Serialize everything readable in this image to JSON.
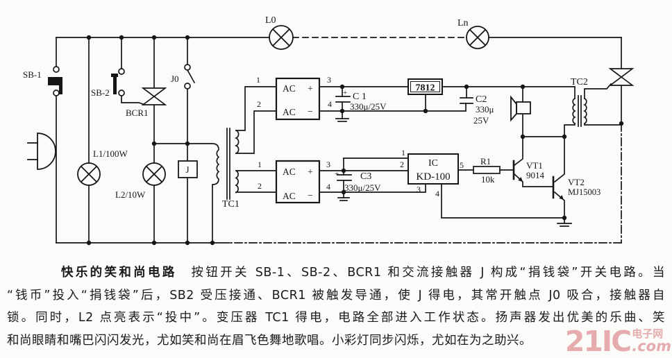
{
  "schematic": {
    "labels": {
      "sb1": "SB-1",
      "sb2": "SB-2",
      "bcr1": "BCR1",
      "j0": "J0",
      "l0": "L0",
      "ln": "Ln",
      "l1": "L1/100W",
      "l2": "L2/10W",
      "j": "J",
      "tc1": "TC1",
      "tc2": "TC2",
      "reg7812": "7812",
      "c1": "C 1",
      "c1_val": "330μ/25V",
      "c2": "C2",
      "c2_val1": "330μ",
      "c2_val2": "25V",
      "c3": "C3",
      "c3_val": "330μ/25V",
      "ic_name": "IC",
      "ic_model": "KD-100",
      "r1": "R1",
      "r1_val": "10k",
      "vt1": "VT1",
      "vt1_model": "9014",
      "vt2": "VT2",
      "vt2_model": "MJ15003",
      "ac": "AC",
      "plus": "+",
      "minus": "−",
      "p1": "1",
      "p2": "2",
      "p3": "3",
      "p4": "4",
      "p5": "5"
    },
    "line_color": "#161616"
  },
  "caption": {
    "title": "快乐的笑和尚电路",
    "line1": "　按钮开关 SB-1、SB-2、BCR1 和交流接触器 J 构成“捐钱袋”开关电路。当",
    "line2": "“钱币”投入“捐钱袋”后，SB2 受压接通、BCR1 被触发导通，使 J 得电，其常开触点 J0 吸合，接触器自",
    "line3": "锁。同时，L2 点亮表示“投中”。变压器 TC1 得电，电路全部进入工作状态。扬声器发出优美的乐曲、笑",
    "line4": "和尚眼睛和嘴巴闪闪发光，尤如笑和尚在眉飞色舞地歌唱。小彩灯同步闪烁，尤如在为之助兴。"
  },
  "watermark": {
    "brand": "21IC",
    "site": "电子网",
    "domain": ".com",
    "color": "#e19899"
  }
}
